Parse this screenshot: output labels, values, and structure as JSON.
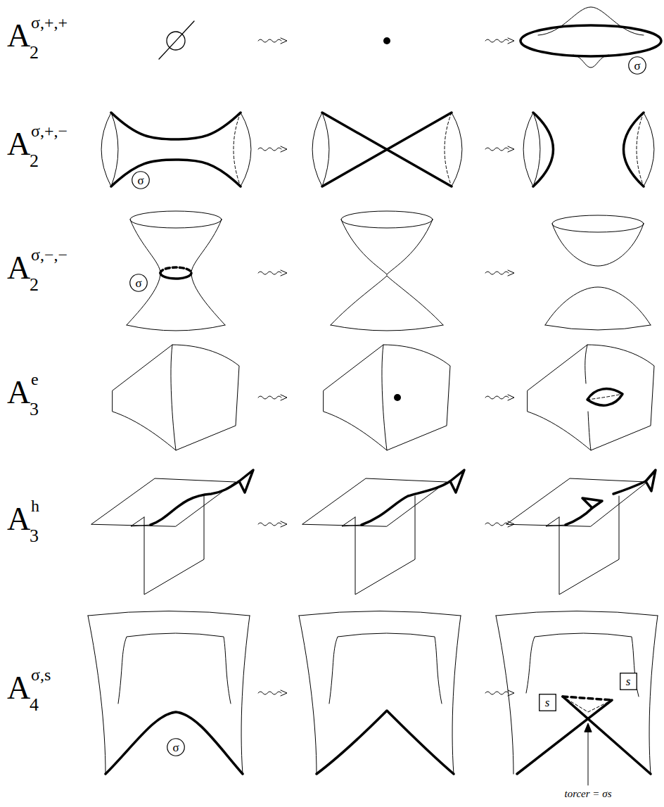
{
  "diagram": {
    "nodes": [
      {
        "text": [
          "σ"
        ]
      },
      {
        "text": [
          "σ"
        ]
      },
      {
        "text": [
          "σ"
        ]
      },
      {
        "text": [
          "σ"
        ]
      },
      {
        "text": [
          "s"
        ]
      },
      {
        "text": [
          "s"
        ]
      }
    ],
    "labels": [
      "A",
      "2",
      "σ,+,+",
      "A",
      "2",
      "σ,+,−",
      "A",
      "2",
      "σ,−,−",
      "A",
      "3",
      "e",
      "A",
      "3",
      "h",
      "A",
      "4",
      "σ,s",
      "torcer = σs"
    ]
  }
}
